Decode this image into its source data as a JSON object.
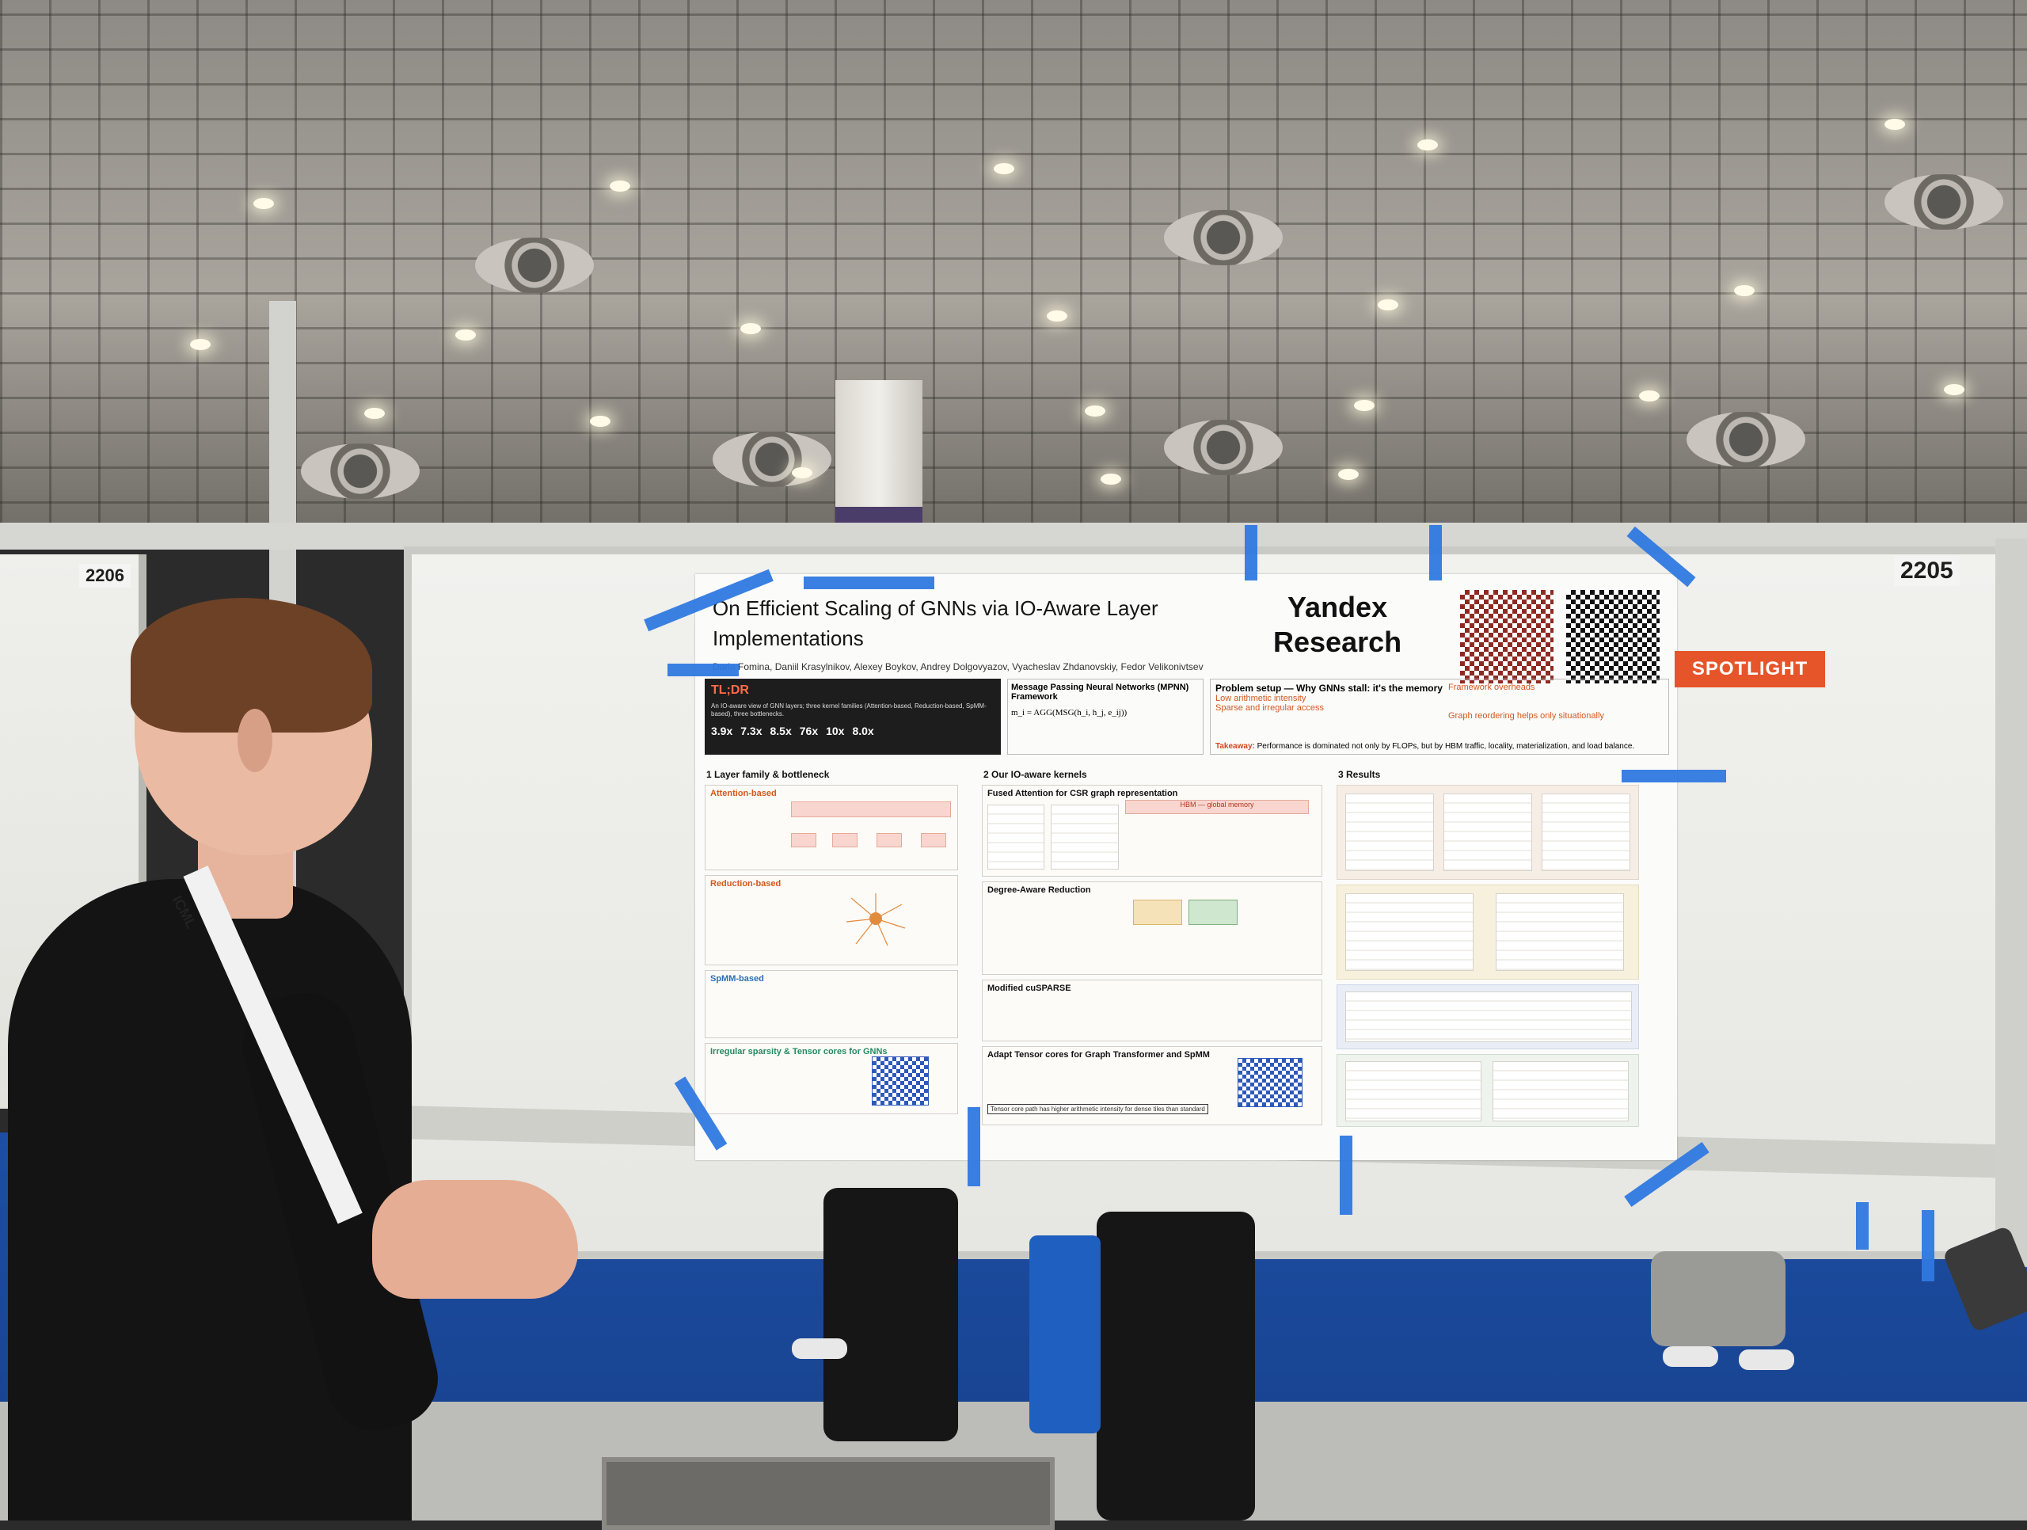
{
  "booths": {
    "left_number": "2206",
    "right_number": "2205"
  },
  "badge": {
    "spotlight": "SPOTLIGHT"
  },
  "lanyard": {
    "text": "ICML"
  },
  "poster": {
    "title": "On Efficient Scaling of GNNs via IO-Aware Layer Implementations",
    "authors": "Daria Fomina, Daniil Krasylnikov, Alexey Boykov, Andrey Dolgovyazov, Vyacheslav Zhdanovskiy, Fedor Velikonivtsev",
    "logo_line1": "Yandex",
    "logo_line2": "Research",
    "tldr": {
      "heading": "TL;DR",
      "text": "An IO-aware view of GNN layers; three kernel families (Attention-based, Reduction-based, SpMM-based), three bottlenecks.",
      "stats": [
        "3.9x",
        "7.3x",
        "8.5x",
        "76x",
        "10x",
        "8.0x"
      ]
    },
    "mpnn": {
      "heading": "Message Passing Neural Networks (MPNN) Framework",
      "formula": "m_i = AGG(MSG(h_i, h_j, e_ij))"
    },
    "problem": {
      "heading": "Problem setup — Why GNNs stall: it's the memory",
      "items": [
        "Low arithmetic intensity",
        "Sparse and irregular access",
        "Framework overheads",
        "Graph reordering helps only situationally"
      ],
      "takeaway_key": "Takeaway:",
      "takeaway": "Performance is dominated not only by FLOPs, but by HBM traffic, locality, materialization, and load balance."
    },
    "sections": {
      "s1": "1 Layer family & bottleneck",
      "s2": "2 Our IO-aware kernels",
      "s3": "3 Results"
    },
    "layer_panels": {
      "attention": "Attention-based",
      "reduction": "Reduction-based",
      "spmm": "SpMM-based",
      "irregular": "Irregular sparsity & Tensor cores for GNNs"
    },
    "kernel_panels": {
      "fused": "Fused Attention for CSR graph representation",
      "hbm": "HBM — global memory",
      "degree": "Degree-Aware Reduction",
      "cusparse": "Modified cuSPARSE",
      "tensor": "Adapt Tensor cores for Graph Transformer and SpMM",
      "tensor_note": "Tensor core path has higher arithmetic intensity for dense tiles than standard"
    }
  },
  "colors": {
    "tape": "#2f79e0",
    "spotlight": "#e6552a",
    "floor": "#1d4ea3",
    "poster_accent": "#d2591e"
  }
}
